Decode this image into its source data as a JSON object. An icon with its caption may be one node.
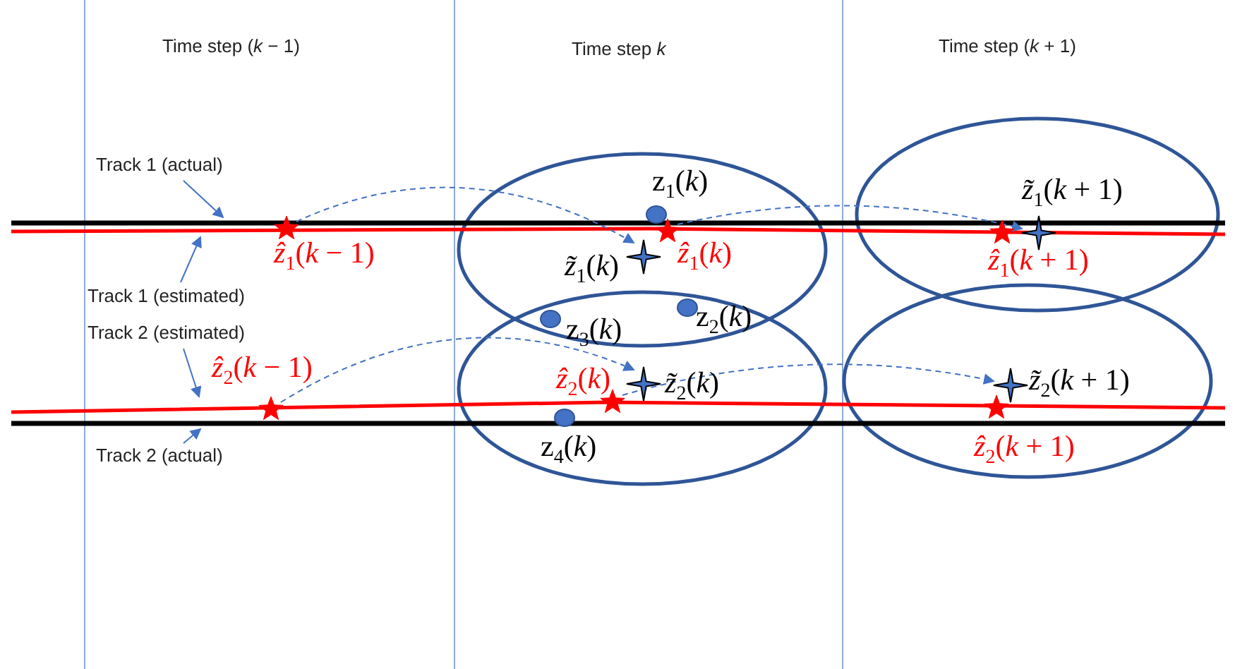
{
  "diagram": {
    "nodes": [
      {
        "text": [
          "Track 1 (actual)"
        ]
      },
      {
        "text": [
          "Track 1 (estimated)"
        ]
      },
      {
        "text": [
          "Track 2 (estimated)"
        ]
      },
      {
        "text": [
          "Track 2 (actual)"
        ]
      },
      {
        "text": [],
        "shape": "line"
      },
      {
        "text": [],
        "shape": "line"
      },
      {
        "text": [],
        "shape": "line"
      },
      {
        "text": [],
        "shape": "line"
      },
      {
        "text": [],
        "shape": "star",
        "beside": [
          "*ẑ*$_{1}$(*k* − 1)"
        ]
      },
      {
        "text": [],
        "shape": "star",
        "beside": [
          "*ẑ*$_{2}$(*k* − 1)"
        ]
      },
      {
        "text": [],
        "shape": "star",
        "beside": [
          "*z̃*$_{1}$(*k*)"
        ]
      },
      {
        "text": [],
        "shape": "star",
        "beside": [
          "*ẑ*$_{1}$(*k*)"
        ]
      },
      {
        "text": [],
        "shape": "star",
        "beside": [
          "*z̃*$_{2}$(*k*)"
        ]
      },
      {
        "text": [],
        "shape": "star",
        "beside": [
          "*ẑ*$_{2}$(*k*)"
        ]
      },
      {
        "text": [],
        "shape": "star",
        "beside": [
          "*z̃*$_{1}$(*k* + 1)"
        ]
      },
      {
        "text": [],
        "shape": "star",
        "beside": [
          "*ẑ*$_{1}$(*k* + 1)"
        ]
      },
      {
        "text": [],
        "shape": "star",
        "beside": [
          "*z̃*$_{2}$(*k* + 1)"
        ]
      },
      {
        "text": [],
        "shape": "star",
        "beside": [
          "*ẑ*$_{2}$(*k* + 1)"
        ]
      }
    ],
    "edges": [
      {
        "from": 0,
        "to": 4,
        "arrow": "to"
      },
      {
        "from": 1,
        "to": 5,
        "arrow": "to"
      },
      {
        "from": 2,
        "to": 6,
        "arrow": "to"
      },
      {
        "from": 3,
        "to": 7,
        "arrow": "to"
      },
      {
        "from": 8,
        "to": 10,
        "arrow": "to",
        "style": "dashed"
      },
      {
        "from": 11,
        "to": 14,
        "arrow": "to",
        "style": "dashed"
      },
      {
        "from": 9,
        "to": 12,
        "arrow": "to",
        "style": "dashed"
      },
      {
        "from": 13,
        "to": 16,
        "arrow": "to",
        "style": "dashed"
      }
    ],
    "labels": [
      "Time step (*k* − 1)",
      "Time step *k*",
      "Time step (*k* + 1)",
      "z$_{1}$(*k*)",
      "z$_{3}$(*k*)",
      "z$_{2}$(*k*)",
      "z$_{4}$(*k*)"
    ]
  }
}
